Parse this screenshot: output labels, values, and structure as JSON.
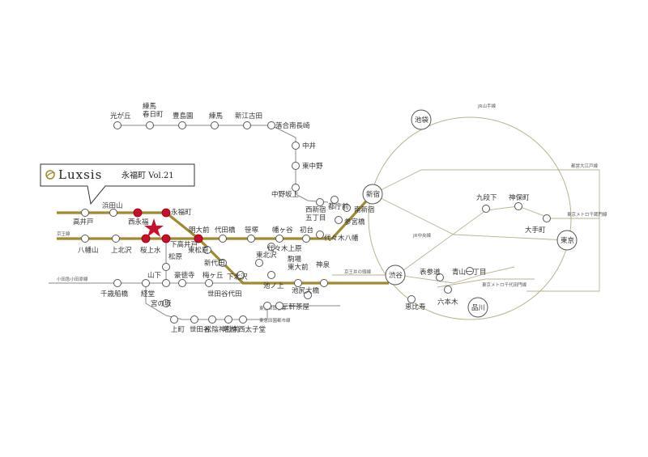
{
  "brand": {
    "name": "Luxsis",
    "subtitle": "永福町 Vol.21"
  },
  "colors": {
    "keio_line": "#a08a2e",
    "highlight_station": "#c8102e",
    "star": "#c8102e",
    "jr_line": "#b9b38c"
  },
  "line_labels": {
    "jr_yamanote": "JR山手線",
    "jr_chuo": "JR中央線",
    "toei_oedo": "都営大江戸線",
    "metro_marunouchi": "東京メトロ千蔵門線",
    "metro_chiyoda": "東京メトロ千代田門線",
    "keio": "京王線",
    "keio_inokashira": "京王井の頭線",
    "odakyu": "小田急小田原線",
    "tokyu_setagaya": "東急世田谷線",
    "tokyu_denentoshi": "東急田園都市線",
    "tokyu_den2": "東急世田谷線"
  },
  "stations": {
    "hikarigaoka": "光が丘",
    "nerima_kasugacho": "練馬\n春日町",
    "toshimaen": "豊島園",
    "nerima": "練馬",
    "shin_egota": "新江古田",
    "ochiai_minami_nagasaki": "落合南長崎",
    "nakai": "中井",
    "higashi_nakano": "東中野",
    "nakano_sakaue": "中野坂上",
    "nishi_shinjuku_gochome": "西新宿\n五丁目",
    "tochomae": "都庁前",
    "minami_shinjuku": "南新宿",
    "sangubashi": "参宮橋",
    "yoyogi_hachiman": "代々木八幡",
    "shinjuku": "新宿",
    "ikebukuro": "池袋",
    "kudanshita": "九段下",
    "jimbocho": "神保町",
    "otemachi": "大手町",
    "tokyo": "東京",
    "hamadayama": "浜田山",
    "takaido": "高井戸",
    "nishi_eifuku": "西永福",
    "eifukucho": "永福町",
    "meidaimae": "明大前",
    "daitabashi": "代田橋",
    "sasazuka": "笹塚",
    "hatagaya": "幡ヶ谷",
    "hatsudai": "初台",
    "hachimanyama": "八幡山",
    "kami_kitazawa": "上北沢",
    "sakurajosui": "桜上水",
    "shimotakaido": "下高井戸",
    "higashi_matsubara": "東松原",
    "shin_daita": "新代田",
    "shimokitazawa": "下北沢",
    "higashi_kitazawa": "東北沢",
    "yoyogi_uehara": "代々木上原",
    "komaba_todaimae": "駒場\n東大前",
    "shinsen": "神泉",
    "ikenoue": "池ノ上",
    "shibuya": "渋谷",
    "omotesando": "表参道",
    "aoyama_itchome": "青山一丁目",
    "roppongi": "六本木",
    "ebisu": "恵比寿",
    "shinagawa": "品川",
    "matsubara": "松原",
    "yamashita": "山下",
    "gotokuji": "豪徳寺",
    "umegaoka": "梅ヶ丘",
    "chitose_funabashi": "千歳船橋",
    "kyodo": "経堂",
    "miyanosaka": "宮の坂",
    "kamimachi": "上町",
    "setagaya": "世田谷",
    "shoin_jinja_mae": "松陰神社前",
    "wakabayashi": "若林",
    "setagaya_daita": "世田谷代田",
    "nishi_taishido": "西太子堂",
    "ikejiri_ohashi": "池尻大橋",
    "sangenjaya": "三軒茶屋"
  },
  "icons": {
    "star": "current-location-star-icon",
    "logo": "luxsis-emblem-icon"
  }
}
